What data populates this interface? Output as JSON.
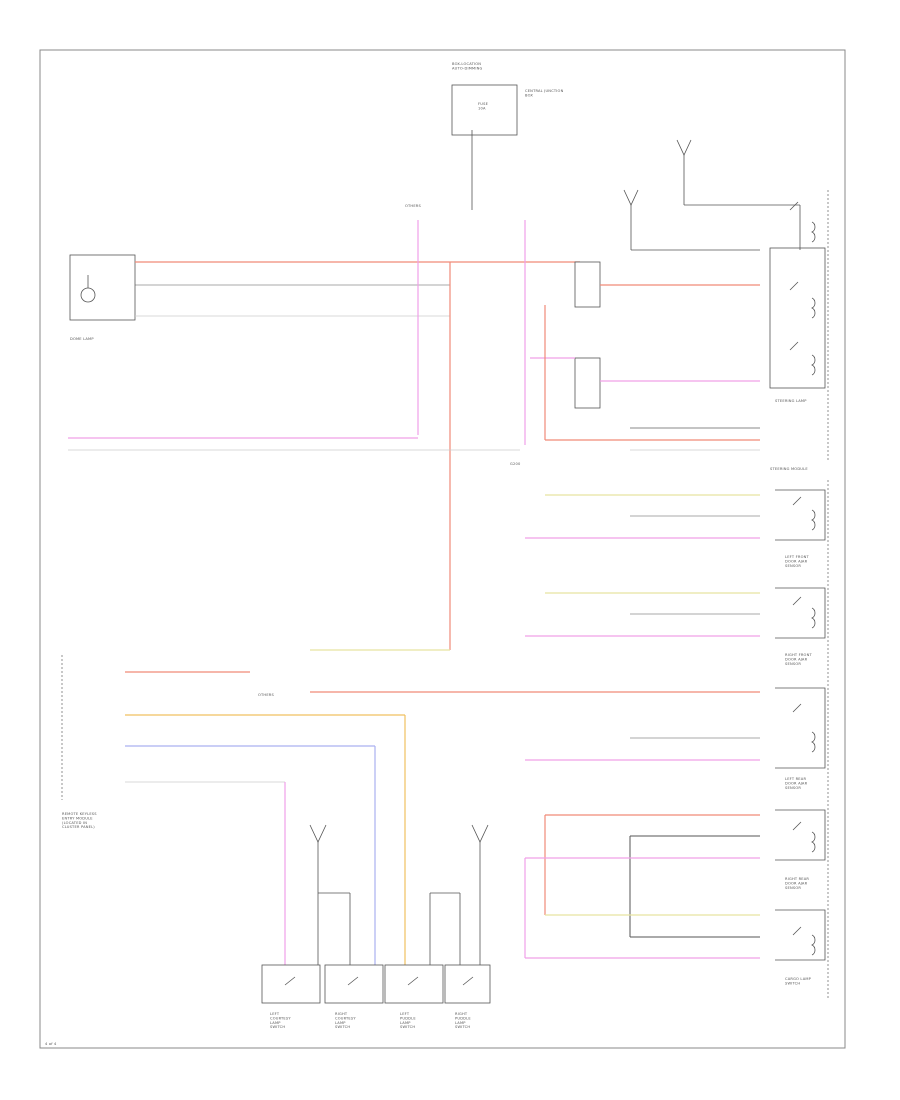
{
  "labels": {
    "fuse_box": "BOX-LOCATION\nAUTO-DIMMING",
    "central_junction": "CENTRAL JUNCTION\nBOX",
    "fuse": "FUSE\n10A",
    "dome_lamp": "DOME LAMP",
    "steering_lamp": "STEERING LAMP",
    "steering_module": "STEERING MODULE",
    "left_front_door": "LEFT FRONT\nDOOR AJAR\nSENSOR",
    "right_front_door": "RIGHT FRONT\nDOOR AJAR\nSENSOR",
    "left_rear_door": "LEFT REAR\nDOOR AJAR\nSENSOR",
    "right_rear_door": "RIGHT REAR\nDOOR AJAR\nSENSOR",
    "cargo_lamp": "CARGO LAMP\nSWITCH",
    "remote_module": "REMOTE KEYLESS\nENTRY MODULE\n(LOCATED IN\nCLUSTER PANEL)",
    "switch1": "LEFT\nCOURTESY\nLAMP\nSWITCH",
    "switch2": "RIGHT\nCOURTESY\nLAMP\nSWITCH",
    "switch3": "LEFT\nPUDDLE\nLAMP\nSWITCH",
    "switch4": "RIGHT\nPUDDLE\nLAMP\nSWITCH",
    "ground": "G200",
    "page_num": "4 of 4",
    "other": "OTHERS",
    "other2": "OTHERS"
  },
  "colors": {
    "red": "#f08a78",
    "pink": "#f0a0e8",
    "yellow": "#e8e4a0",
    "gray": "#c8c8c8",
    "blue": "#aab0f0",
    "orange": "#f0c060",
    "line": "#555555"
  }
}
